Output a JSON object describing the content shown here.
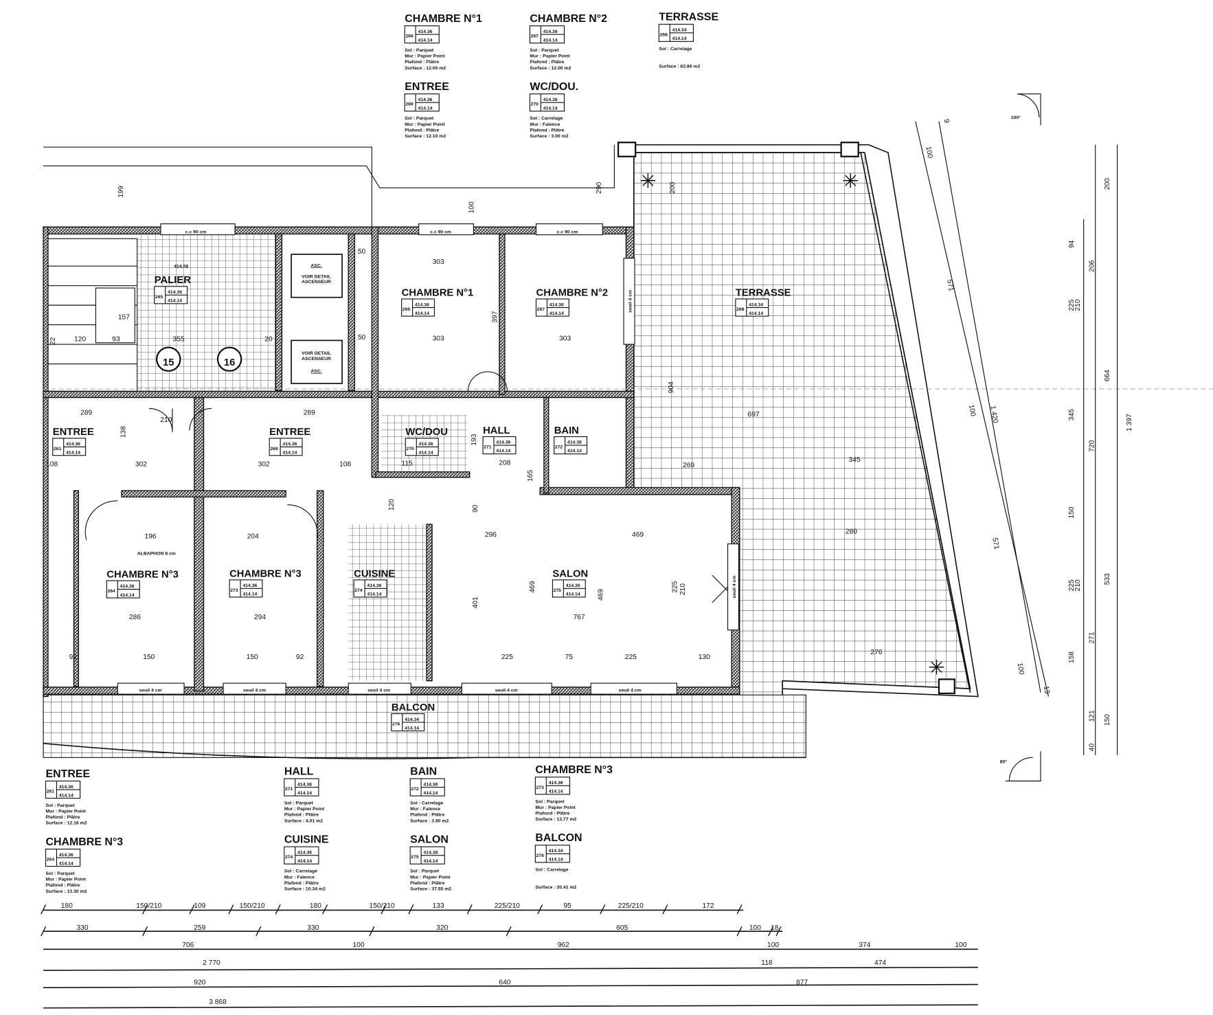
{
  "legend_top": [
    {
      "name": "CHAMBRE N°1",
      "num": "266",
      "lvl_top": "414.36",
      "lvl_bot": "414.14",
      "lines": [
        "Sol      : Parquet",
        "Mur      : Papier Point",
        "Plafond : Plâtre",
        "Surface : 12.00 m2"
      ]
    },
    {
      "name": "CHAMBRE N°2",
      "num": "267",
      "lvl_top": "414.36",
      "lvl_bot": "414.14",
      "lines": [
        "Sol      : Parquet",
        "Mur      : Papier Point",
        "Plafond : Plâtre",
        "Surface : 12.00 m2"
      ]
    },
    {
      "name": "TERRASSE",
      "num": "268",
      "lvl_top": "414.34",
      "lvl_bot": "414.14",
      "lines": [
        "Sol      : Carrelage",
        "",
        "",
        "Surface : 83.86 m2"
      ]
    },
    {
      "name": "ENTREE",
      "num": "269",
      "lvl_top": "414.36",
      "lvl_bot": "414.14",
      "lines": [
        "Sol      : Parquet",
        "Mur      : Papier Point",
        "Plafond : Plâtre",
        "Surface : 12.10 m2"
      ]
    },
    {
      "name": "WC/DOU.",
      "num": "270",
      "lvl_top": "414.36",
      "lvl_bot": "414.14",
      "lines": [
        "Sol      : Carrelage",
        "Mur      : Faïence",
        "Plafond : Plâtre",
        "Surface : 3.00 m2"
      ]
    }
  ],
  "legend_bottom": [
    {
      "name": "ENTREE",
      "num": "261",
      "lvl_top": "414.36",
      "lvl_bot": "414.14",
      "lines": [
        "Sol      : Parquet",
        "Mur      : Papier Point",
        "Plafond : Plâtre",
        "Surface : 12.18 m2"
      ]
    },
    {
      "name": "HALL",
      "num": "271",
      "lvl_top": "414.36",
      "lvl_bot": "414.14",
      "lines": [
        "Sol      : Parquet",
        "Mur      : Papier Point",
        "Plafond : Plâtre",
        "Surface : 4.01 m2"
      ]
    },
    {
      "name": "BAIN",
      "num": "272",
      "lvl_top": "414.36",
      "lvl_bot": "414.14",
      "lines": [
        "Sol      : Carrelage",
        "Mur      : Faïence",
        "Plafond : Plâtre",
        "Surface : 3.80 m2"
      ]
    },
    {
      "name": "CHAMBRE N°3",
      "num": "273",
      "lvl_top": "414.36",
      "lvl_bot": "414.14",
      "lines": [
        "Sol      : Parquet",
        "Mur      : Papier Point",
        "Plafond : Plâtre",
        "Surface : 13.77 m2"
      ]
    },
    {
      "name": "CHAMBRE N°3",
      "num": "264",
      "lvl_top": "414.36",
      "lvl_bot": "414.14",
      "lines": [
        "Sol      : Parquet",
        "Mur      : Papier Point",
        "Plafond : Plâtre",
        "Surface : 13.30 m2"
      ]
    },
    {
      "name": "CUISINE",
      "num": "274",
      "lvl_top": "414.36",
      "lvl_bot": "414.14",
      "lines": [
        "Sol      : Carrelage",
        "Mur      : Faïence",
        "Plafond : Plâtre",
        "Surface : 10.34 m2"
      ]
    },
    {
      "name": "SALON",
      "num": "275",
      "lvl_top": "414.38",
      "lvl_bot": "414.14",
      "lines": [
        "Sol      : Parquet",
        "Mur      : Papier Point",
        "Plafond : Plâtre",
        "Surface : 37.55 m2"
      ]
    },
    {
      "name": "BALCON",
      "num": "276",
      "lvl_top": "414.34",
      "lvl_bot": "414.14",
      "lines": [
        "Sol      : Carrelage",
        "",
        "",
        "Surface : 20.41 m2"
      ]
    }
  ],
  "plan_rooms": [
    {
      "name": "PALIER",
      "num": "265",
      "lvl_top": "414.36",
      "lvl_bot": "414.14"
    },
    {
      "name": "CHAMBRE N°1",
      "num": "266",
      "lvl_top": "414.36",
      "lvl_bot": "414.14"
    },
    {
      "name": "CHAMBRE N°2",
      "num": "267",
      "lvl_top": "414.36",
      "lvl_bot": "414.14"
    },
    {
      "name": "TERRASSE",
      "num": "268",
      "lvl_top": "414.34",
      "lvl_bot": "414.14"
    },
    {
      "name": "ENTREE",
      "num": "261",
      "lvl_top": "414.36",
      "lvl_bot": "414.14"
    },
    {
      "name": "ENTREE",
      "num": "269",
      "lvl_top": "414.36",
      "lvl_bot": "414.14"
    },
    {
      "name": "WC/DOU",
      "num": "270",
      "lvl_top": "414.36",
      "lvl_bot": "414.14"
    },
    {
      "name": "HALL",
      "num": "271",
      "lvl_top": "414.36",
      "lvl_bot": "414.14"
    },
    {
      "name": "BAIN",
      "num": "272",
      "lvl_top": "414.36",
      "lvl_bot": "414.14"
    },
    {
      "name": "CHAMBRE N°3",
      "num": "264",
      "lvl_top": "414.36",
      "lvl_bot": "414.14"
    },
    {
      "name": "CHAMBRE N°3",
      "num": "273",
      "lvl_top": "414.36",
      "lvl_bot": "414.14"
    },
    {
      "name": "CUISINE",
      "num": "274",
      "lvl_top": "414.36",
      "lvl_bot": "414.14"
    },
    {
      "name": "SALON",
      "num": "275",
      "lvl_top": "414.36",
      "lvl_bot": "414.14"
    },
    {
      "name": "BALCON",
      "num": "276",
      "lvl_top": "414.34",
      "lvl_bot": "414.14"
    }
  ],
  "plan_notes": {
    "asc": "ASC.",
    "voir_detail_1": "VOIR DETAIL",
    "voir_detail_2": "ASCENSEUR",
    "stair_15": "15",
    "stair_16": "16",
    "palier_level": "414.08",
    "door_cc": "c.c 90 cm",
    "seuil": "seuil 4 cm",
    "albaphon": "ALBAPHON 8 cm",
    "angle_top": "100°",
    "angle_bottom": "80°"
  },
  "dims_plan": [
    "289",
    "210",
    "289",
    "138",
    "302",
    "302",
    "108",
    "108",
    "196",
    "204",
    "286",
    "294",
    "92",
    "150",
    "150",
    "92",
    "296",
    "469",
    "767",
    "225",
    "75",
    "225",
    "130",
    "397",
    "303",
    "303",
    "303",
    "90",
    "401",
    "469",
    "469",
    "225",
    "210",
    "697",
    "904",
    "199",
    "100",
    "290",
    "200",
    "50",
    "50",
    "355",
    "157",
    "120",
    "93",
    "22",
    "20",
    "269",
    "280",
    "276",
    "345",
    "120",
    "165",
    "208",
    "115",
    "193"
  ],
  "dims_right": {
    "d200": "200",
    "d664": "664",
    "d533": "533",
    "d150": "150",
    "d1397": "1 397",
    "d1420": "1 420",
    "d571a": "571",
    "d571b": "571",
    "d100a": "100",
    "d100b": "100",
    "d100c": "100",
    "d13": "13",
    "d9": "9",
    "d94": "94",
    "d206": "206",
    "d225a": "225",
    "d210a": "210",
    "d345": "345",
    "d720": "720",
    "d150b": "150",
    "d225b": "225",
    "d210b": "210",
    "d271": "271",
    "d158": "158",
    "d121": "121",
    "d40": "40"
  },
  "dims_bottom": [
    [
      "180",
      "150/210",
      "109",
      "150/210",
      "180",
      "150/210",
      "133",
      "225/210",
      "95",
      "225/210",
      "172"
    ],
    [
      "330",
      "259",
      "330",
      "320",
      "605",
      "100",
      "18"
    ],
    [
      "706",
      "100",
      "962",
      "100",
      "374",
      "100"
    ],
    [
      "2 770",
      "118",
      "474"
    ],
    [
      "920",
      "640",
      "877"
    ],
    [
      "3 868"
    ]
  ]
}
